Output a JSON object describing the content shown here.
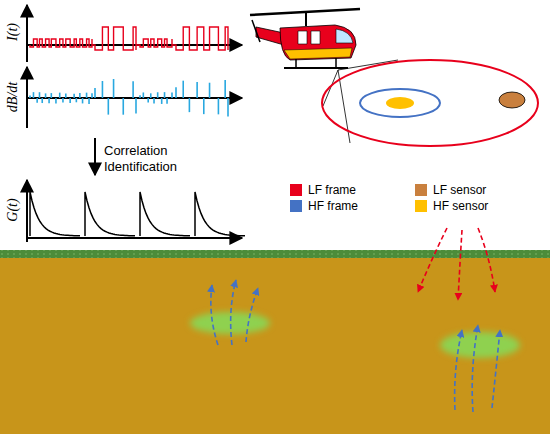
{
  "diagram": {
    "labels": [
      "I(t)",
      "dB/dt",
      "Correlation Identification",
      "G(t)"
    ],
    "legend": [
      {
        "text": "LF frame",
        "color": "#e8001c"
      },
      {
        "text": "LF sensor",
        "color": "#c9803e"
      },
      {
        "text": "HF frame",
        "color": "#4472c4"
      },
      {
        "text": "HF sensor",
        "color": "#ffc000"
      }
    ]
  }
}
